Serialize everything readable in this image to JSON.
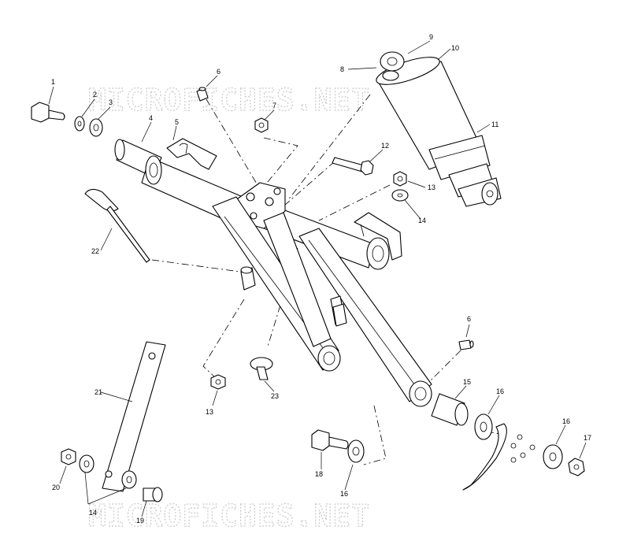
{
  "watermark": {
    "top": "MICROFICHES.NET",
    "bottom": "MICROFICHES.NET"
  },
  "callouts": [
    {
      "id": "c1",
      "text": "1"
    },
    {
      "id": "c2",
      "text": "2"
    },
    {
      "id": "c3",
      "text": "3"
    },
    {
      "id": "c4",
      "text": "4"
    },
    {
      "id": "c5",
      "text": "5"
    },
    {
      "id": "c6a",
      "text": "6"
    },
    {
      "id": "c6b",
      "text": "6"
    },
    {
      "id": "c7",
      "text": "7"
    },
    {
      "id": "c8",
      "text": "8"
    },
    {
      "id": "c9",
      "text": "9"
    },
    {
      "id": "c10",
      "text": "10"
    },
    {
      "id": "c11",
      "text": "11"
    },
    {
      "id": "c12",
      "text": "12"
    },
    {
      "id": "c13a",
      "text": "13"
    },
    {
      "id": "c13b",
      "text": "13"
    },
    {
      "id": "c14a",
      "text": "14"
    },
    {
      "id": "c14b",
      "text": "14"
    },
    {
      "id": "c15",
      "text": "15"
    },
    {
      "id": "c16a",
      "text": "16"
    },
    {
      "id": "c16b",
      "text": "16"
    },
    {
      "id": "c16c",
      "text": "16"
    },
    {
      "id": "c17",
      "text": "17"
    },
    {
      "id": "c18",
      "text": "18"
    },
    {
      "id": "c19",
      "text": "19"
    },
    {
      "id": "c20",
      "text": "20"
    },
    {
      "id": "c21",
      "text": "21"
    },
    {
      "id": "c22",
      "text": "22"
    },
    {
      "id": "c23",
      "text": "23"
    }
  ]
}
